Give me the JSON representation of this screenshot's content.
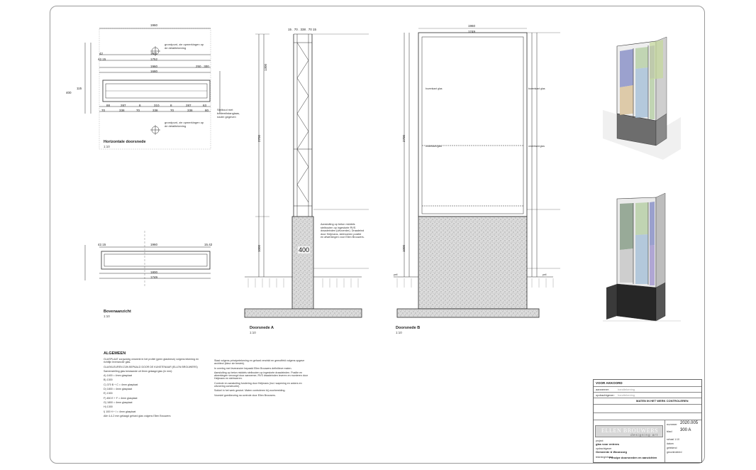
{
  "views": {
    "horizontal_section": {
      "title": "Horizontale doorsnede",
      "scale": "1:10"
    },
    "top_view": {
      "title": "Bovenaanzicht",
      "scale": "1:10"
    },
    "section_a": {
      "title": "Doorsnede A",
      "scale": "1:10"
    },
    "section_b": {
      "title": "Doorsnede B",
      "scale": "1:10"
    }
  },
  "dimensions": {
    "hs_overall": "1960",
    "hs_row1": "1811",
    "hs_row2": "1752",
    "hs_row3": "1960",
    "hs_row4": "1680",
    "hs_row5": "250 . 300",
    "hs_bot1": [
      "88",
      "287",
      "8",
      "310",
      "8",
      "287",
      "63"
    ],
    "hs_bot2": [
      "70",
      "338",
      "70",
      "338",
      "70",
      "338",
      "80"
    ],
    "left_small": [
      "42",
      "42.15",
      "115",
      "400"
    ],
    "tv_overall": "1960",
    "tv_inner": "1800",
    "tv_inner2": "1749",
    "tv_left": "42.15",
    "tv_right": "15.42",
    "sa_top": "15 . 70 . 338 . 70 15",
    "sa_height": "2700",
    "sa_upper": "1300",
    "sa_base": "1000",
    "sa_400": "400",
    "sb_top": "1960",
    "sb_top2": "1749",
    "sb_height": "2700",
    "sb_base": "1000"
  },
  "annotations": {
    "hs_note_top": "grondpunt, zie opmerkingen op de detailtekening",
    "hs_note_bottom": "grondpunt, zie opmerkingen op de detailtekening",
    "hs_note_right": "Stelbout met bodemlistanglaas, nader gegeven",
    "sa_note": "Aansluiting op beton middels stelbouten op ingestorte RVS draadeinden (uitvoerder). Draadeind door Heijmans, stelmoeren positie en afwerkingen voor Ellen Brouwers.",
    "sb_levels_left": [
      "bovenkant glas",
      "onderkant glas",
      "peil"
    ],
    "sb_levels_right": [
      "bovenkant glas",
      "onderkant glas",
      "peil"
    ]
  },
  "notes": {
    "heading": "ALGEMEEN",
    "left": [
      "GLASPLAAT zorgvuldig verwerkt in het profiel (geen glasbreuk) volgens tekening en richtlijn leverancier glas.",
      "GLASKLEUREN ZIJN BEPAALD DOOR DE KUNSTENAAR (ELLEN BROUWERS)",
      "Samenstelling glas bestaande uit 8mm gelaagd glas (in mm):",
      "A) 1400  = 4mm glasplaat",
      "B) 1300",
      "C) 370  B + C = 4mm glasplaat",
      "D) 1800  = 4mm glasplaat",
      "E) 1300",
      "F) 450  E + F = 4mm glasplaat",
      "G) 1800  = 4mm glasplaat",
      "H) 1300",
      "I) 100  H + I = 4mm glasplaat",
      "Alle 4-4-2 mm gelaagd gehard glas volgens Ellen Brouwers"
    ],
    "right": [
      "Staal volgens principetekening en gehard verzinkt en gemoffeld volgens opgave architect (kleur zie bestek).",
      "In overleg met leverancier bepaald Ellen Brouwers definitieve maten.",
      "Aansluiting op beton middels stelbouten op ingestorte draadeinden. Positie en afwerkingen verzorgd door aannemer, RVS draadeinden leveren en monteren door Heijmans en stelmoeren.",
      "Controle en aansluiting fundering door Heijmans (incl. wapening en ankers en uitvoering constructie).",
      "Sokkel in het werk gestort. Maten controleren bij voorbereiding.",
      "Voorstel goedkeuring na controle door Ellen Brouwers."
    ]
  },
  "title_block": {
    "header": "VOOR AKKOORD",
    "row_labels": [
      "aannemer:",
      "opdrachtgever:"
    ],
    "row_values": [
      "handtekening",
      "handtekening"
    ],
    "check_note": "MATEN IN HET WERK CONTROLEREN",
    "brand_name": "ELLEN BROUWERS",
    "brand_sub": "designing art",
    "project_label": "project",
    "project_value": "glas voor entrees",
    "client_label": "opdrachtgever",
    "client_value": "Gemeente & Woonzorg",
    "drawing_label": "tekeninginhoud",
    "drawing_value": "Principe doorsneden en aanzichten",
    "number_label": "nummer",
    "number_value": "2020.005",
    "sheet_label": "blad",
    "sheet_value": "300 A",
    "meta": [
      "schaal 1:10",
      "datum",
      "getekend",
      "gecontroleerd"
    ]
  },
  "colors": {
    "line": "#2b2b2b",
    "concrete": "#d9d9d9",
    "glass_blue": "#8c93c8",
    "glass_green": "#b8d0a8",
    "glass_tan": "#d9c39c",
    "glass_violet": "#a69ad0",
    "glass_lightblue": "#a9c2d8"
  }
}
